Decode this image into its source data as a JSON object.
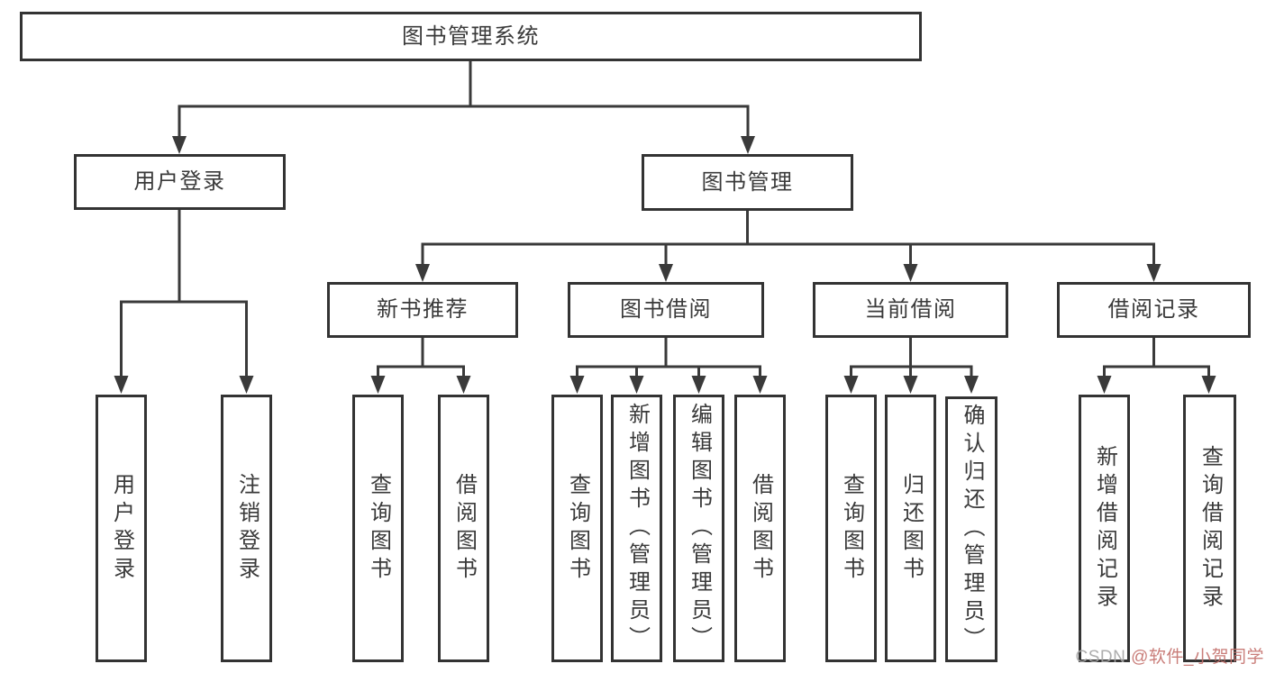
{
  "colors": {
    "line": "#3a3a3a",
    "border": "#333333",
    "text": "#3a3a3a",
    "watermark_gray": "#a6a6a6",
    "watermark_red": "#c4706b"
  },
  "tree": {
    "label": "图书管理系统",
    "children": [
      {
        "label": "用户登录",
        "children": [
          {
            "label": "用户登录"
          },
          {
            "label": "注销登录"
          }
        ]
      },
      {
        "label": "图书管理",
        "children": [
          {
            "label": "新书推荐",
            "children": [
              {
                "label": "查询图书"
              },
              {
                "label": "借阅图书"
              }
            ]
          },
          {
            "label": "图书借阅",
            "children": [
              {
                "label": "查询图书"
              },
              {
                "label": "新增图书（管理员）"
              },
              {
                "label": "编辑图书（管理员）"
              },
              {
                "label": "借阅图书"
              }
            ]
          },
          {
            "label": "当前借阅",
            "children": [
              {
                "label": "查询图书"
              },
              {
                "label": "归还图书"
              },
              {
                "label": "确认归还（管理员）"
              }
            ]
          },
          {
            "label": "借阅记录",
            "children": [
              {
                "label": "新增借阅记录"
              },
              {
                "label": "查询借阅记录"
              }
            ]
          }
        ]
      }
    ]
  },
  "watermark": {
    "prefix": "CSDN ",
    "handle": "@软件_小贺同学"
  }
}
